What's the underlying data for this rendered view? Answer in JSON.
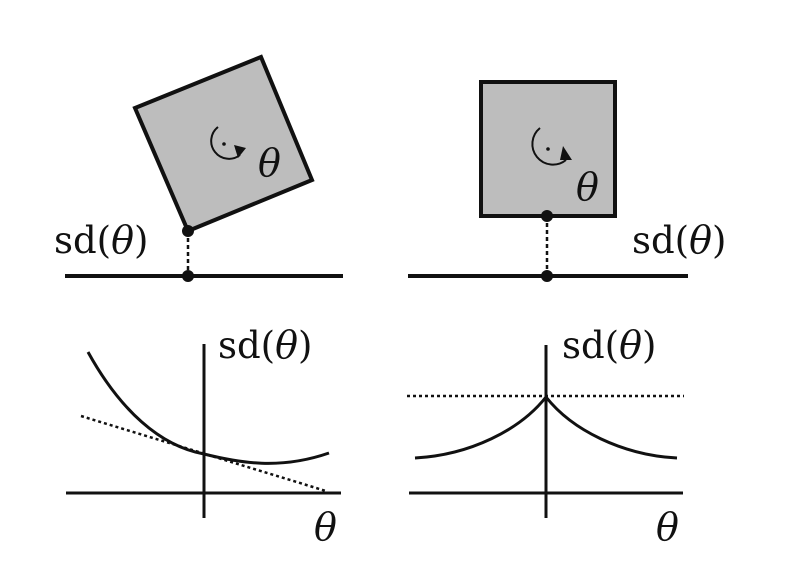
{
  "figure": {
    "colors": {
      "stroke": "#111111",
      "box_fill": "#bdbdbd",
      "background": "#ffffff"
    },
    "panels": [
      {
        "id": "top-left",
        "description": "Rotated box above ground; closest point is a corner",
        "box_theta_label": "θ",
        "distance_label": "sd(θ)"
      },
      {
        "id": "top-right",
        "description": "Axis-aligned box above ground; closest point is flat face",
        "box_theta_label": "θ",
        "distance_label": "sd(θ)"
      },
      {
        "id": "bottom-left",
        "description": "Smooth sd(θ) curve with tangent (dotted) linearization",
        "y_axis_label": "sd(θ)",
        "x_axis_label": "θ"
      },
      {
        "id": "bottom-right",
        "description": "Non-smooth sd(θ) with cusp at θ=0 and dotted linearization",
        "y_axis_label": "sd(θ)",
        "x_axis_label": "θ"
      }
    ]
  },
  "labels": {
    "tl_theta": "θ",
    "tl_sd_prefix": "sd(",
    "tl_sd_theta": "θ",
    "tl_sd_suffix": ")",
    "tr_theta": "θ",
    "tr_sd_prefix": "sd(",
    "tr_sd_theta": "θ",
    "tr_sd_suffix": ")",
    "bl_sd_prefix": "sd(",
    "bl_sd_theta": "θ",
    "bl_sd_suffix": ")",
    "bl_x_theta": "θ",
    "br_sd_prefix": "sd(",
    "br_sd_theta": "θ",
    "br_sd_suffix": ")",
    "br_x_theta": "θ"
  }
}
